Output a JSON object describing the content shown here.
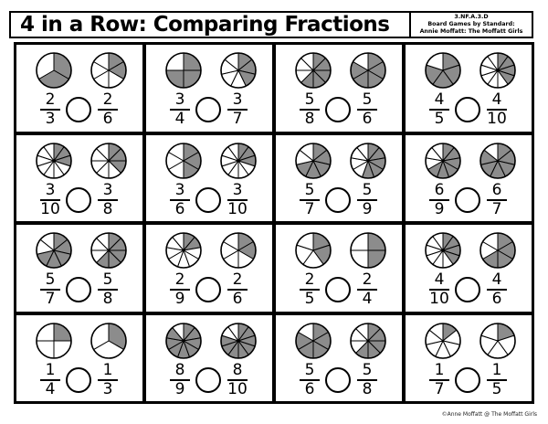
{
  "header": {
    "title": "4 in a Row: Comparing Fractions",
    "standard": "3.NF.A.3.D",
    "series": "Board Games by Standard:",
    "author": "Annie Moffatt: The Moffatt Girls"
  },
  "footer": {
    "copyright": "©Anne Moffatt @ The Moffatt Girls"
  },
  "colors": {
    "shade": "#8c8c8c",
    "line": "#000000",
    "background": "#ffffff"
  },
  "cards": [
    {
      "left": {
        "num": "2",
        "den": "3"
      },
      "right": {
        "num": "2",
        "den": "6"
      }
    },
    {
      "left": {
        "num": "3",
        "den": "4"
      },
      "right": {
        "num": "3",
        "den": "7"
      }
    },
    {
      "left": {
        "num": "5",
        "den": "8"
      },
      "right": {
        "num": "5",
        "den": "6"
      }
    },
    {
      "left": {
        "num": "4",
        "den": "5"
      },
      "right": {
        "num": "4",
        "den": "10"
      }
    },
    {
      "left": {
        "num": "3",
        "den": "10"
      },
      "right": {
        "num": "3",
        "den": "8"
      }
    },
    {
      "left": {
        "num": "3",
        "den": "6"
      },
      "right": {
        "num": "3",
        "den": "10"
      }
    },
    {
      "left": {
        "num": "5",
        "den": "7"
      },
      "right": {
        "num": "5",
        "den": "9"
      }
    },
    {
      "left": {
        "num": "6",
        "den": "9"
      },
      "right": {
        "num": "6",
        "den": "7"
      }
    },
    {
      "left": {
        "num": "5",
        "den": "7"
      },
      "right": {
        "num": "5",
        "den": "8"
      }
    },
    {
      "left": {
        "num": "2",
        "den": "9"
      },
      "right": {
        "num": "2",
        "den": "6"
      }
    },
    {
      "left": {
        "num": "2",
        "den": "5"
      },
      "right": {
        "num": "2",
        "den": "4"
      }
    },
    {
      "left": {
        "num": "4",
        "den": "10"
      },
      "right": {
        "num": "4",
        "den": "6"
      }
    },
    {
      "left": {
        "num": "1",
        "den": "4"
      },
      "right": {
        "num": "1",
        "den": "3"
      }
    },
    {
      "left": {
        "num": "8",
        "den": "9"
      },
      "right": {
        "num": "8",
        "den": "10"
      }
    },
    {
      "left": {
        "num": "5",
        "den": "6"
      },
      "right": {
        "num": "5",
        "den": "8"
      }
    },
    {
      "left": {
        "num": "1",
        "den": "7"
      },
      "right": {
        "num": "1",
        "den": "5"
      }
    }
  ]
}
